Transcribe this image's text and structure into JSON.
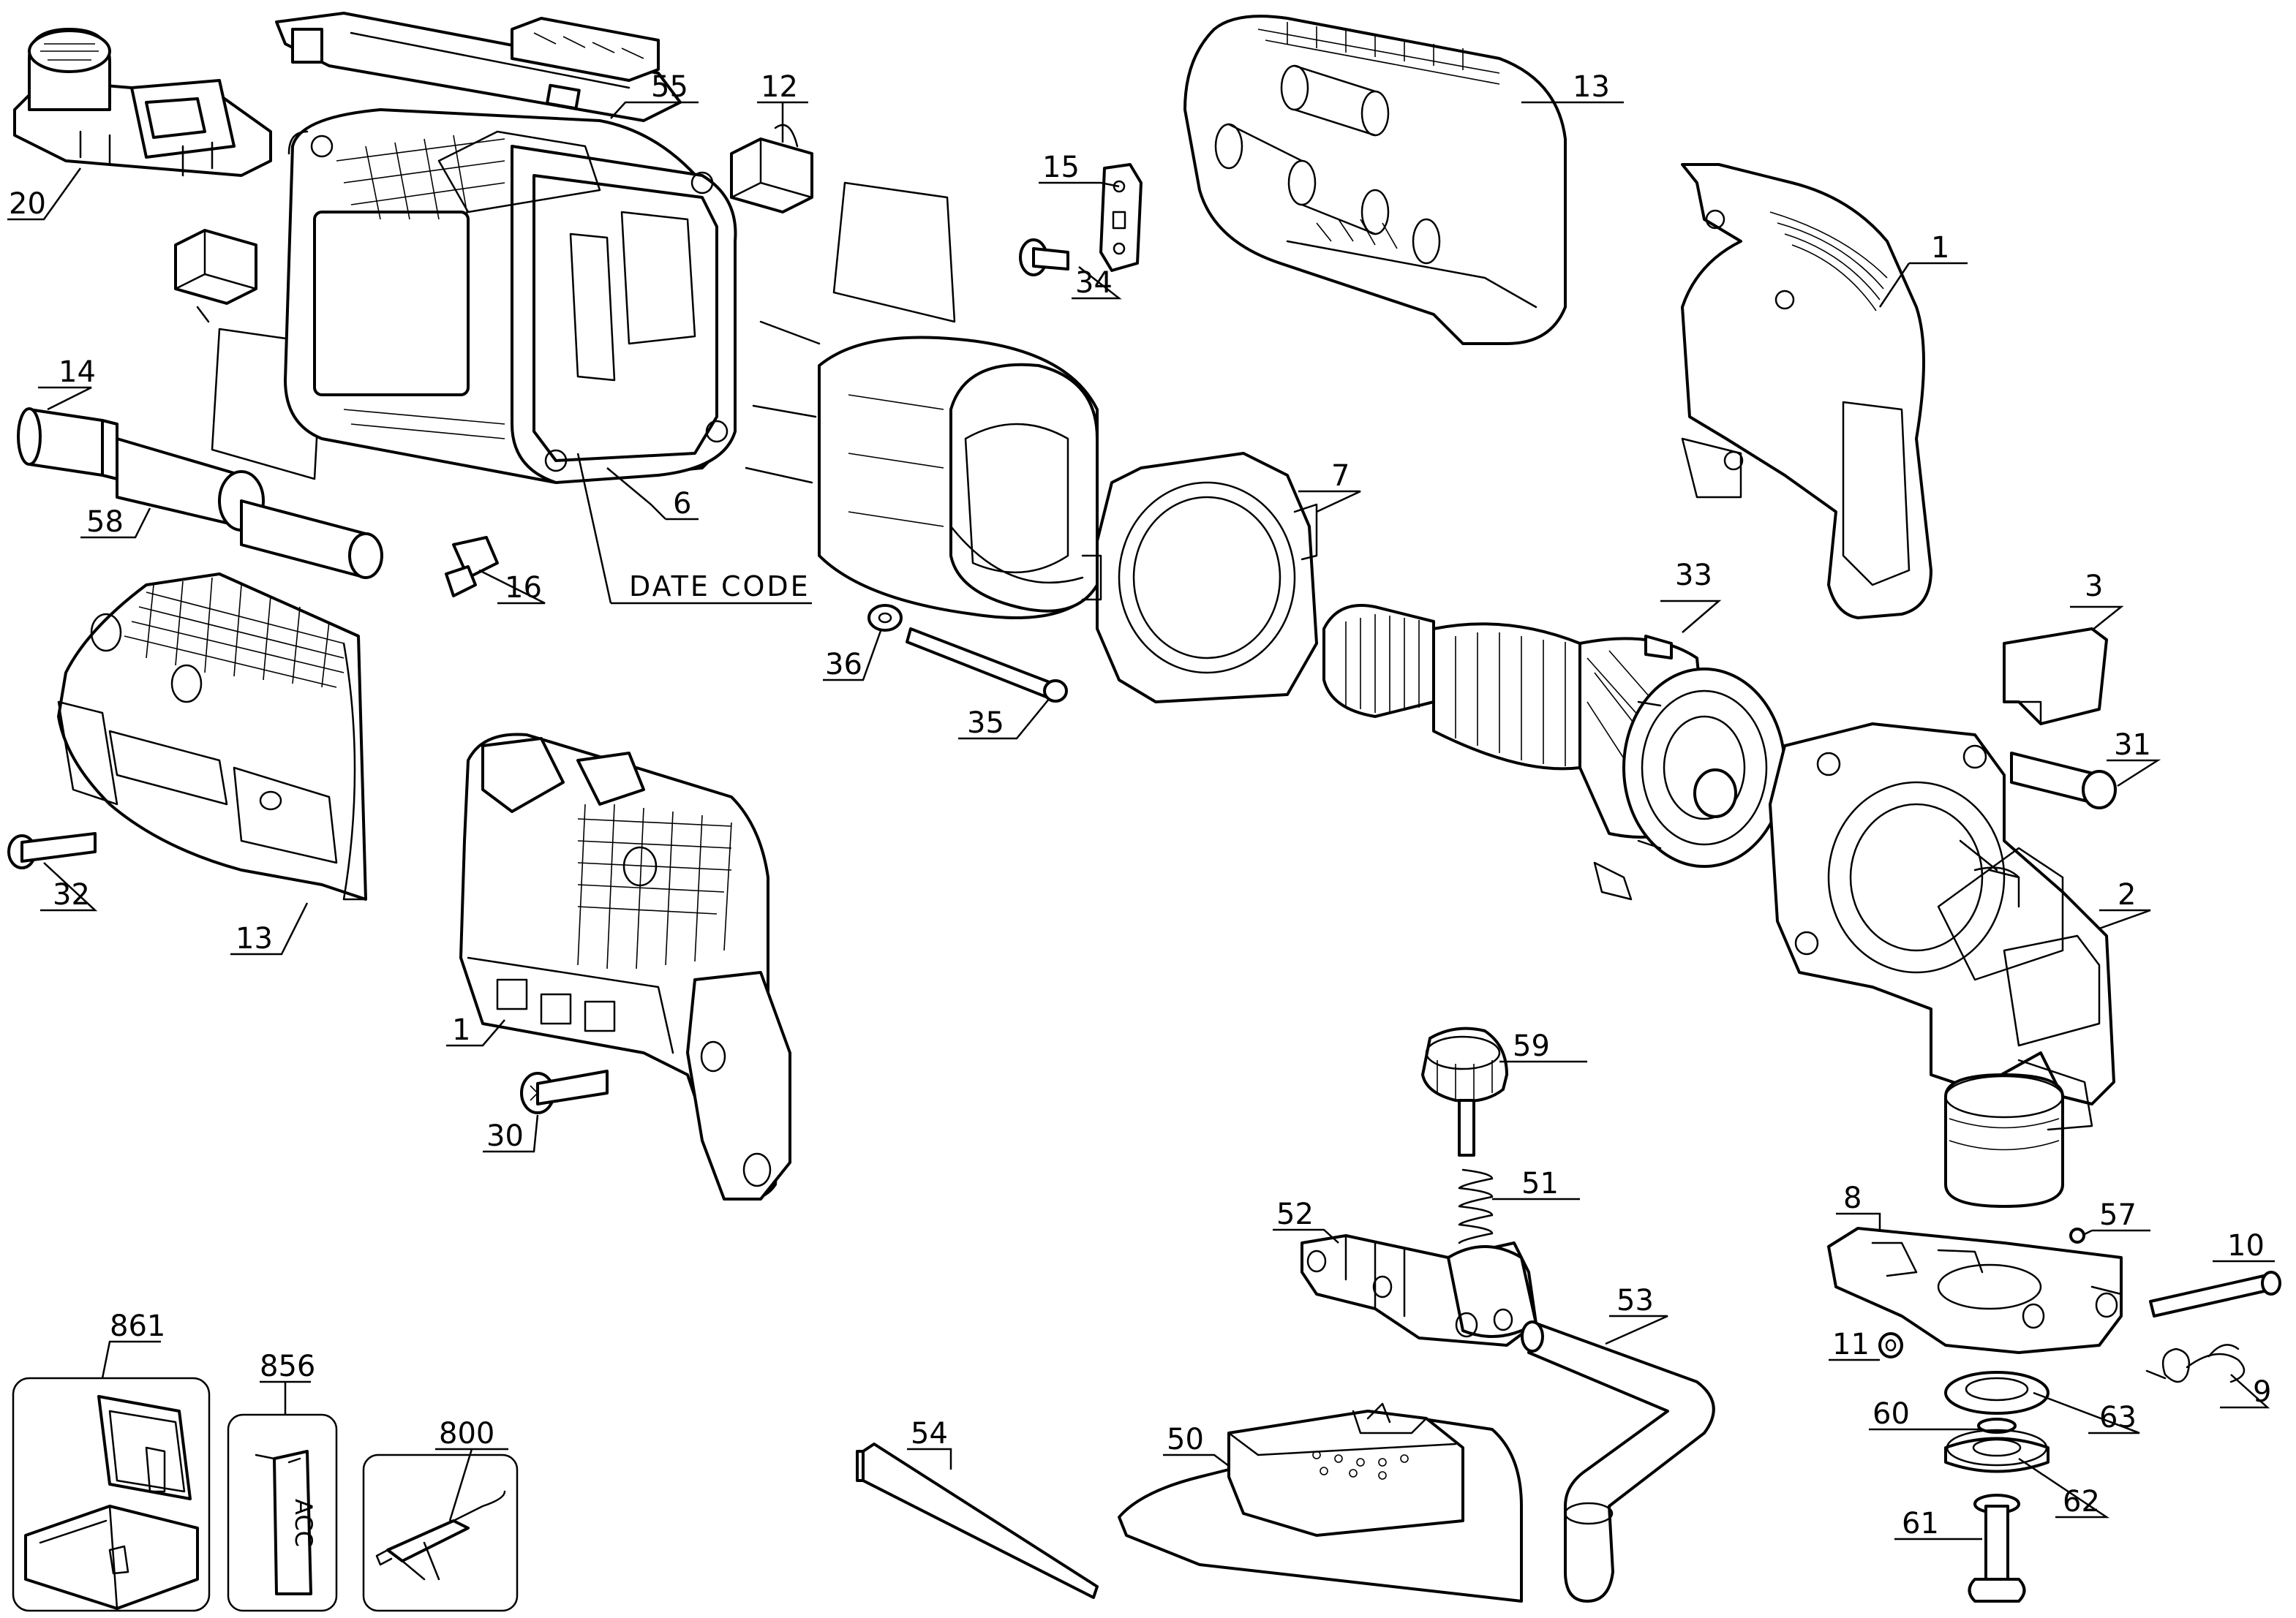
{
  "diagram": {
    "callouts": [
      {
        "id": "c20",
        "label": "20"
      },
      {
        "id": "c55",
        "label": "55"
      },
      {
        "id": "c12",
        "label": "12"
      },
      {
        "id": "c13a",
        "label": "13"
      },
      {
        "id": "c15",
        "label": "15"
      },
      {
        "id": "c34",
        "label": "34"
      },
      {
        "id": "c1a",
        "label": "1"
      },
      {
        "id": "c14",
        "label": "14"
      },
      {
        "id": "c58",
        "label": "58"
      },
      {
        "id": "c6",
        "label": "6"
      },
      {
        "id": "c16",
        "label": "16"
      },
      {
        "id": "c7",
        "label": "7"
      },
      {
        "id": "c33",
        "label": "33"
      },
      {
        "id": "c3",
        "label": "3"
      },
      {
        "id": "c36",
        "label": "36"
      },
      {
        "id": "c35",
        "label": "35"
      },
      {
        "id": "c31",
        "label": "31"
      },
      {
        "id": "c32",
        "label": "32"
      },
      {
        "id": "c13b",
        "label": "13"
      },
      {
        "id": "c2",
        "label": "2"
      },
      {
        "id": "c1b",
        "label": "1"
      },
      {
        "id": "c30",
        "label": "30"
      },
      {
        "id": "c59",
        "label": "59"
      },
      {
        "id": "c51",
        "label": "51"
      },
      {
        "id": "c52",
        "label": "52"
      },
      {
        "id": "c8",
        "label": "8"
      },
      {
        "id": "c57",
        "label": "57"
      },
      {
        "id": "c10",
        "label": "10"
      },
      {
        "id": "c53",
        "label": "53"
      },
      {
        "id": "c11",
        "label": "11"
      },
      {
        "id": "c9",
        "label": "9"
      },
      {
        "id": "c60",
        "label": "60"
      },
      {
        "id": "c63",
        "label": "63"
      },
      {
        "id": "c861",
        "label": "861"
      },
      {
        "id": "c856",
        "label": "856"
      },
      {
        "id": "c800",
        "label": "800"
      },
      {
        "id": "c54",
        "label": "54"
      },
      {
        "id": "c50",
        "label": "50"
      },
      {
        "id": "c62",
        "label": "62"
      },
      {
        "id": "c61",
        "label": "61"
      }
    ],
    "date_code_label": "DATE CODE",
    "accessory_tag_text": "ACC"
  }
}
